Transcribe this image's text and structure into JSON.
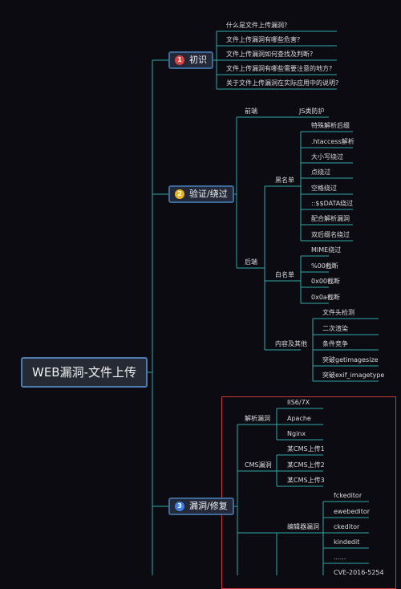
{
  "root": {
    "label": "WEB漏洞-文件上传"
  },
  "branches": [
    {
      "label": "初识",
      "badge": "1",
      "badge_color": "#e0413f",
      "leaves": [
        "什么是文件上传漏洞?",
        "文件上传漏洞有哪些危害?",
        "文件上传漏洞如何查找及判断?",
        "文件上传漏洞有哪些需要注意的地方?",
        "关于文件上传漏洞在实际应用中的说明?"
      ]
    },
    {
      "label": "验证/绕过",
      "badge": "2",
      "badge_color": "#e8b51e",
      "front": {
        "label": "前端",
        "leaf": "JS类防护"
      },
      "back": {
        "label": "后端",
        "groups": [
          {
            "label": "黑名单",
            "leaves": [
              "特殊解析后缀",
              ".htaccess解析",
              "大小写绕过",
              "点绕过",
              "空格绕过",
              "::$$DATA绕过",
              "配合解析漏洞",
              "双后缀名绕过"
            ]
          },
          {
            "label": "白名单",
            "leaves": [
              "MIME绕过",
              "%00截断",
              "0x00截断",
              "0x0a截断"
            ]
          },
          {
            "label": "内容及其他",
            "leaves": [
              "文件头检测",
              "二次渲染",
              "条件竞争",
              "突破getimagesize",
              "突破exif_imagetype"
            ]
          }
        ]
      }
    },
    {
      "label": "漏洞/修复",
      "badge": "3",
      "badge_color": "#3f7fe0",
      "groups": [
        {
          "label": "解析漏洞",
          "leaves": [
            "IIS6/7X",
            "Apache",
            "Nginx"
          ]
        },
        {
          "label": "CMS漏洞",
          "leaves": [
            "某CMS上传1",
            "某CMS上传2",
            "某CMS上传3"
          ]
        },
        {
          "label": "编辑器漏洞",
          "leaves": [
            "fckeditor",
            "ewebeditor",
            "ckeditor",
            "kindedit",
            "......",
            "CVE-2016-5254"
          ]
        }
      ]
    }
  ],
  "colors": {
    "line": "#2fa8a8",
    "highlight_box": "#c73a3a"
  }
}
